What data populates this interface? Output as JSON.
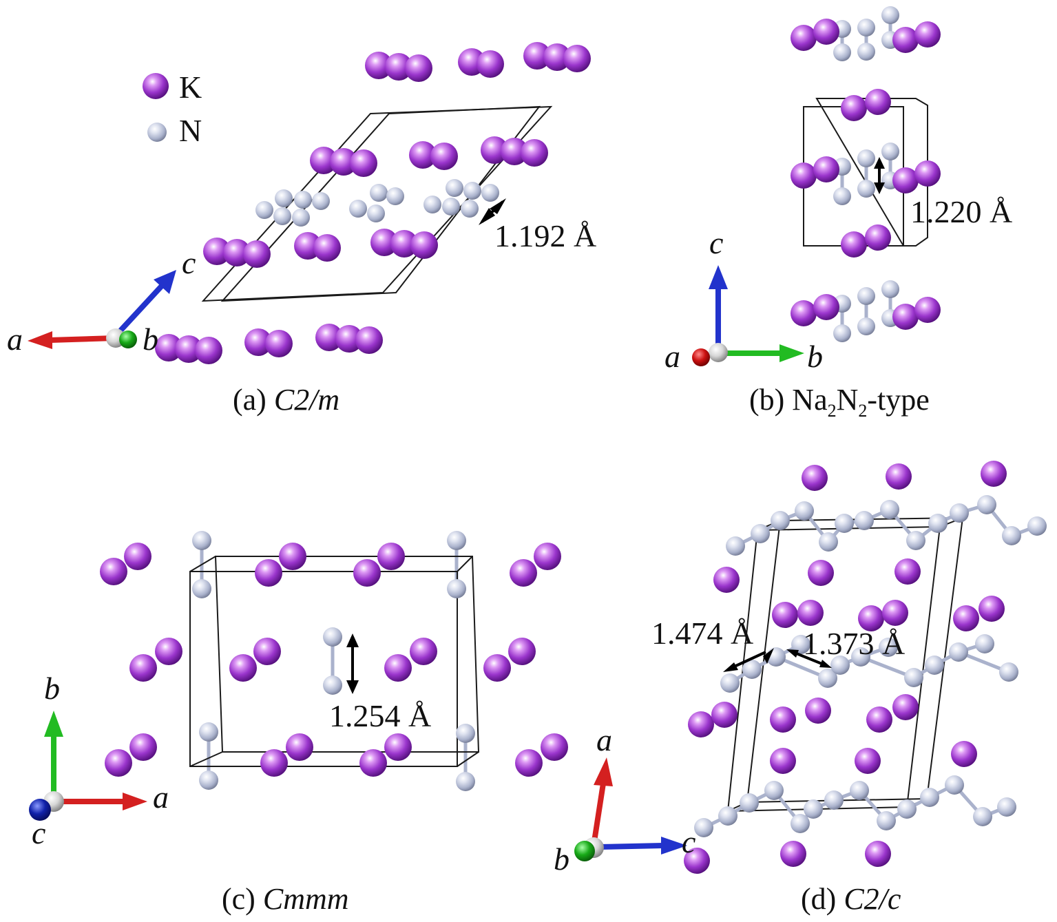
{
  "legend": {
    "k_label": "K",
    "n_label": "N"
  },
  "colors": {
    "K": "#9a35cc",
    "N": "#b4bbd2",
    "cell_line": "#1a1a1a",
    "axis_a": "#d42020",
    "axis_b": "#22bb22",
    "axis_c": "#2233cc"
  },
  "panels": {
    "a": {
      "caption_prefix": "(a) ",
      "caption_italic": "C2/m",
      "bond_label": "1.192 Å",
      "axes": {
        "a": "a",
        "b": "b",
        "c": "c"
      }
    },
    "b": {
      "caption_prefix": "(b) Na",
      "caption_sub1": "2",
      "caption_mid": "N",
      "caption_sub2": "2",
      "caption_suffix": "-type",
      "bond_label": "1.220 Å",
      "axes": {
        "a": "a",
        "b": "b",
        "c": "c"
      }
    },
    "c": {
      "caption_prefix": "(c) ",
      "caption_italic": "Cmmm",
      "bond_label": "1.254 Å",
      "axes": {
        "a": "a",
        "b": "b",
        "c": "c"
      }
    },
    "d": {
      "caption_prefix": "(d) ",
      "caption_italic": "C2/c",
      "bond_label_1": "1.474 Å",
      "bond_label_2": "1.373 Å",
      "axes": {
        "a": "a",
        "b": "b",
        "c": "c"
      }
    }
  }
}
